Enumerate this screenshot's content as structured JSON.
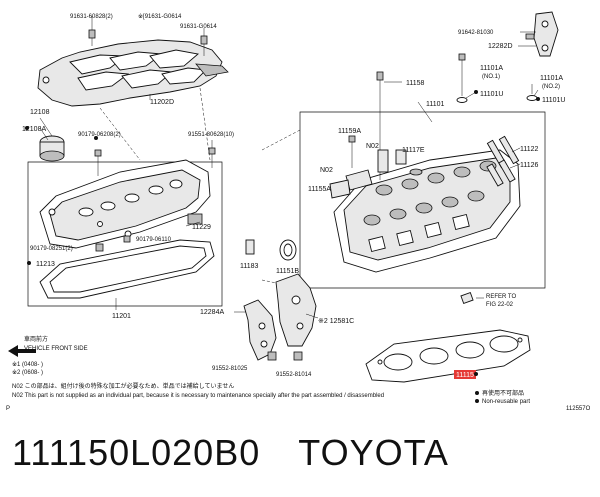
{
  "labels": {
    "p91631_60828": "91631-60828(2)",
    "p91631_g0614_top": "※[91631-G0614",
    "p91631_g0614": "91631-G0614",
    "p91642": "91642-81030",
    "p12282d": "12282D",
    "p11202d": "11202D",
    "p12108": "12108",
    "p12108a": "12108A",
    "p90179_06208": "90179-06208(2)",
    "p91551_80628": "91551-80628(10)",
    "p11158": "11158",
    "p11101a_1": "11101A",
    "p11101a_1_no": "(NO.1)",
    "p11101a_2": "11101A",
    "p11101a_2_no": "(NO.2)",
    "p11101u_1": "11101U",
    "p11101u_2": "11101U",
    "p11101": "11101",
    "p11159a": "11159A",
    "pN02_a": "N02",
    "pN02_b": "N02",
    "p11117e": "11117E",
    "p11155a": "11155A",
    "p11122": "11122",
    "p11126": "11126",
    "p11229": "11229",
    "p90179_08251": "90179-08251(2)",
    "p90179_06110": "90179-06110",
    "p11213": "11213",
    "p11183": "11183",
    "p11151b": "11151B",
    "p11201": "11201",
    "p12284a": "12284A",
    "p12581c": "※2 12581C",
    "refer_to": "REFER TO",
    "refer_fig": "FIG 22-02",
    "p91552_81025": "91552-81025",
    "p91552_81014": "91552-81014",
    "p11115": "11115"
  },
  "legend": {
    "front_jp": "車両前方",
    "front_en": "VEHICLE FRONT SIDE",
    "note1": "※1 (0408-    )",
    "note2": "※2 (0608-    )",
    "n02_jp": "N02  この部品は、組付け後の特殊な加工が必要なため、単品では補給していません",
    "n02_en": "N02  This part is not supplied as an individual part, because it is necessary to maintenance specially after the part assembled / disassembled",
    "reuse_jp": "再使用不可部品",
    "reuse_en": "Non-reusable part",
    "corner_p": "P",
    "diagram_code": "112557O"
  },
  "footer": {
    "part_number": "111150L020B0",
    "brand": "TOYOTA"
  },
  "colors": {
    "highlight": "#e53935"
  }
}
